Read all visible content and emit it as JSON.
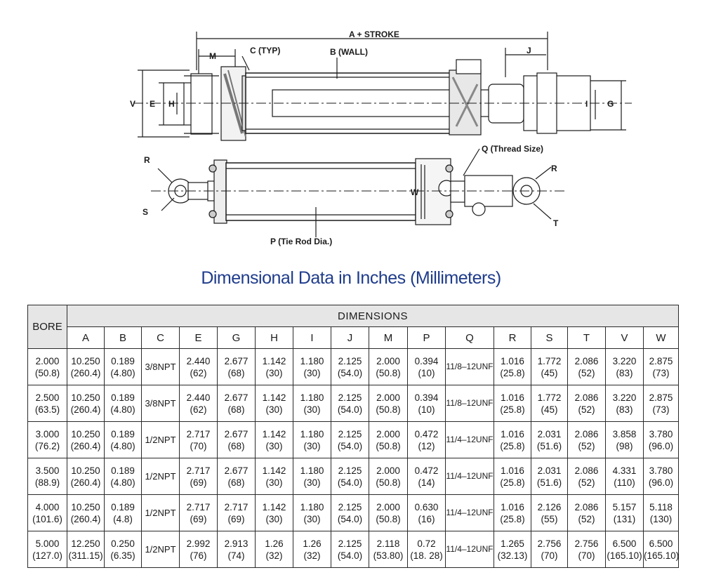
{
  "diagram": {
    "labels": {
      "a_stroke": "A + STROKE",
      "m": "M",
      "c_typ": "C (TYP)",
      "b_wall": "B (WALL)",
      "j": "J",
      "v": "V",
      "e": "E",
      "h": "H",
      "i": "I",
      "g": "G",
      "q_thread": "Q (Thread Size)",
      "r_left": "R",
      "s": "S",
      "w": "W",
      "r_right": "R",
      "t": "T",
      "p_tie_rod": "P (Tie Rod Dia.)"
    }
  },
  "title": "Dimensional Data in Inches (Millimeters)",
  "table": {
    "bore_header": "BORE",
    "dimensions_header": "DIMENSIONS",
    "columns": [
      "A",
      "B",
      "C",
      "E",
      "G",
      "H",
      "I",
      "J",
      "M",
      "P",
      "Q",
      "R",
      "S",
      "T",
      "V",
      "W"
    ],
    "rows": [
      {
        "bore": [
          "2.000",
          "(50.8)"
        ],
        "cells": [
          [
            "10.250",
            "(260.4)"
          ],
          [
            "0.189",
            "(4.80)"
          ],
          [
            "3/8NPT"
          ],
          [
            "2.440",
            "(62)"
          ],
          [
            "2.677",
            "(68)"
          ],
          [
            "1.142",
            "(30)"
          ],
          [
            "1.180",
            "(30)"
          ],
          [
            "2.125",
            "(54.0)"
          ],
          [
            "2.000",
            "(50.8)"
          ],
          [
            "0.394",
            "(10)"
          ],
          [
            "11/8–12UNF"
          ],
          [
            "1.016",
            "(25.8)"
          ],
          [
            "1.772",
            "(45)"
          ],
          [
            "2.086",
            "(52)"
          ],
          [
            "3.220",
            "(83)"
          ],
          [
            "2.875",
            "(73)"
          ]
        ]
      },
      {
        "bore": [
          "2.500",
          "(63.5)"
        ],
        "cells": [
          [
            "10.250",
            "(260.4)"
          ],
          [
            "0.189",
            "(4.80)"
          ],
          [
            "3/8NPT"
          ],
          [
            "2.440",
            "(62)"
          ],
          [
            "2.677",
            "(68)"
          ],
          [
            "1.142",
            "(30)"
          ],
          [
            "1.180",
            "(30)"
          ],
          [
            "2.125",
            "(54.0)"
          ],
          [
            "2.000",
            "(50.8)"
          ],
          [
            "0.394",
            "(10)"
          ],
          [
            "11/8–12UNF"
          ],
          [
            "1.016",
            "(25.8)"
          ],
          [
            "1.772",
            "(45)"
          ],
          [
            "2.086",
            "(52)"
          ],
          [
            "3.220",
            "(83)"
          ],
          [
            "2.875",
            "(73)"
          ]
        ]
      },
      {
        "bore": [
          "3.000",
          "(76.2)"
        ],
        "cells": [
          [
            "10.250",
            "(260.4)"
          ],
          [
            "0.189",
            "(4.80)"
          ],
          [
            "1/2NPT"
          ],
          [
            "2.717",
            "(70)"
          ],
          [
            "2.677",
            "(68)"
          ],
          [
            "1.142",
            "(30)"
          ],
          [
            "1.180",
            "(30)"
          ],
          [
            "2.125",
            "(54.0)"
          ],
          [
            "2.000",
            "(50.8)"
          ],
          [
            "0.472",
            "(12)"
          ],
          [
            "11/4–12UNF"
          ],
          [
            "1.016",
            "(25.8)"
          ],
          [
            "2.031",
            "(51.6)"
          ],
          [
            "2.086",
            "(52)"
          ],
          [
            "3.858",
            "(98)"
          ],
          [
            "3.780",
            "(96.0)"
          ]
        ]
      },
      {
        "bore": [
          "3.500",
          "(88.9)"
        ],
        "cells": [
          [
            "10.250",
            "(260.4)"
          ],
          [
            "0.189",
            "(4.80)"
          ],
          [
            "1/2NPT"
          ],
          [
            "2.717",
            "(69)"
          ],
          [
            "2.677",
            "(68)"
          ],
          [
            "1.142",
            "(30)"
          ],
          [
            "1.180",
            "(30)"
          ],
          [
            "2.125",
            "(54.0)"
          ],
          [
            "2.000",
            "(50.8)"
          ],
          [
            "0.472",
            "(14)"
          ],
          [
            "11/4–12UNF"
          ],
          [
            "1.016",
            "(25.8)"
          ],
          [
            "2.031",
            "(51.6)"
          ],
          [
            "2.086",
            "(52)"
          ],
          [
            "4.331",
            "(110)"
          ],
          [
            "3.780",
            "(96.0)"
          ]
        ]
      },
      {
        "bore": [
          "4.000",
          "(101.6)"
        ],
        "cells": [
          [
            "10.250",
            "(260.4)"
          ],
          [
            "0.189",
            "(4.8)"
          ],
          [
            "1/2NPT"
          ],
          [
            "2.717",
            "(69)"
          ],
          [
            "2.717",
            "(69)"
          ],
          [
            "1.142",
            "(30)"
          ],
          [
            "1.180",
            "(30)"
          ],
          [
            "2.125",
            "(54.0)"
          ],
          [
            "2.000",
            "(50.8)"
          ],
          [
            "0.630",
            "(16)"
          ],
          [
            "11/4–12UNF"
          ],
          [
            "1.016",
            "(25.8)"
          ],
          [
            "2.126",
            "(55)"
          ],
          [
            "2.086",
            "(52)"
          ],
          [
            "5.157",
            "(131)"
          ],
          [
            "5.118",
            "(130)"
          ]
        ]
      },
      {
        "bore": [
          "5.000",
          "(127.0)"
        ],
        "cells": [
          [
            "12.250",
            "(311.15)"
          ],
          [
            "0.250",
            "(6.35)"
          ],
          [
            "1/2NPT"
          ],
          [
            "2.992",
            "(76)"
          ],
          [
            "2.913",
            "(74)"
          ],
          [
            "1.26",
            "(32)"
          ],
          [
            "1.26",
            "(32)"
          ],
          [
            "2.125",
            "(54.0)"
          ],
          [
            "2.118",
            "(53.80)"
          ],
          [
            "0.72",
            "(18. 28)"
          ],
          [
            "11/4–12UNF"
          ],
          [
            "1.265",
            "(32.13)"
          ],
          [
            "2.756",
            "(70)"
          ],
          [
            "2.756",
            "(70)"
          ],
          [
            "6.500",
            "(165.10)"
          ],
          [
            "6.500",
            "(165.10)"
          ]
        ]
      }
    ]
  }
}
